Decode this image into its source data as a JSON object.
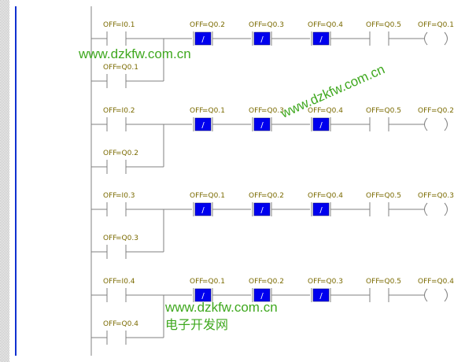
{
  "networks": [
    {
      "contacts": [
        {
          "state": "OFF",
          "addr": "I0.1",
          "type": "NO"
        },
        {
          "state": "OFF",
          "addr": "Q0.2",
          "type": "NC"
        },
        {
          "state": "OFF",
          "addr": "Q0.3",
          "type": "NC"
        },
        {
          "state": "OFF",
          "addr": "Q0.4",
          "type": "NC"
        },
        {
          "state": "OFF",
          "addr": "Q0.5",
          "type": "NO"
        }
      ],
      "parallel": {
        "state": "OFF",
        "addr": "Q0.1"
      },
      "coil": {
        "state": "OFF",
        "addr": "Q0.1"
      }
    },
    {
      "contacts": [
        {
          "state": "OFF",
          "addr": "I0.2",
          "type": "NO"
        },
        {
          "state": "OFF",
          "addr": "Q0.1",
          "type": "NC"
        },
        {
          "state": "OFF",
          "addr": "Q0.3",
          "type": "NC"
        },
        {
          "state": "OFF",
          "addr": "Q0.4",
          "type": "NC"
        },
        {
          "state": "OFF",
          "addr": "Q0.5",
          "type": "NO"
        }
      ],
      "parallel": {
        "state": "OFF",
        "addr": "Q0.2"
      },
      "coil": {
        "state": "OFF",
        "addr": "Q0.2"
      }
    },
    {
      "contacts": [
        {
          "state": "OFF",
          "addr": "I0.3",
          "type": "NO"
        },
        {
          "state": "OFF",
          "addr": "Q0.1",
          "type": "NC"
        },
        {
          "state": "OFF",
          "addr": "Q0.2",
          "type": "NC"
        },
        {
          "state": "OFF",
          "addr": "Q0.4",
          "type": "NC"
        },
        {
          "state": "OFF",
          "addr": "Q0.5",
          "type": "NO"
        }
      ],
      "parallel": {
        "state": "OFF",
        "addr": "Q0.3"
      },
      "coil": {
        "state": "OFF",
        "addr": "Q0.3"
      }
    },
    {
      "contacts": [
        {
          "state": "OFF",
          "addr": "I0.4",
          "type": "NO"
        },
        {
          "state": "OFF",
          "addr": "Q0.1",
          "type": "NC"
        },
        {
          "state": "OFF",
          "addr": "Q0.2",
          "type": "NC"
        },
        {
          "state": "OFF",
          "addr": "Q0.3",
          "type": "NC"
        },
        {
          "state": "OFF",
          "addr": "Q0.5",
          "type": "NO"
        }
      ],
      "parallel": {
        "state": "OFF",
        "addr": "Q0.4"
      },
      "coil": {
        "state": "OFF",
        "addr": "Q0.4"
      }
    }
  ],
  "nc_symbol": "/",
  "watermarks": {
    "url": "www.dzkfw.com.cn",
    "chinese": "电子开发网"
  },
  "colors": {
    "label": "#7a6a00",
    "wire": "#808080",
    "nc_fill": "#0000ee",
    "power_rail": "#1030d0",
    "watermark": "#3fa81f"
  }
}
